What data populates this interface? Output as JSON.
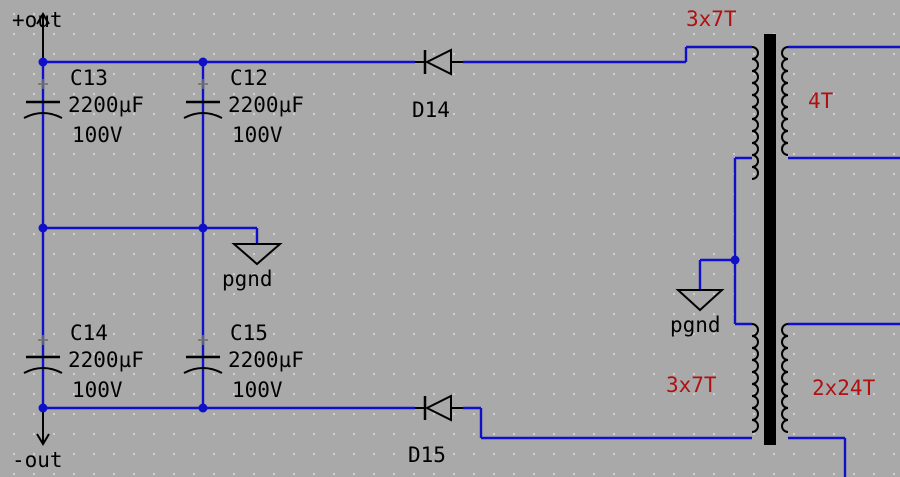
{
  "rails": {
    "pos": "+out",
    "neg": "-out"
  },
  "capacitors": [
    {
      "ref": "C13",
      "value": "2200µF",
      "voltage": "100V"
    },
    {
      "ref": "C12",
      "value": "2200µF",
      "voltage": "100V"
    },
    {
      "ref": "C14",
      "value": "2200µF",
      "voltage": "100V"
    },
    {
      "ref": "C15",
      "value": "2200µF",
      "voltage": "100V"
    }
  ],
  "diodes": [
    {
      "ref": "D14"
    },
    {
      "ref": "D15"
    }
  ],
  "grounds": [
    {
      "label": "pgnd"
    },
    {
      "label": "pgnd"
    }
  ],
  "transformer": {
    "primary_top": "3x7T",
    "secondary_top": "4T",
    "primary_bottom": "3x7T",
    "secondary_bottom": "2x24T"
  },
  "colors": {
    "wire": "#1010c8",
    "background": "#a9a9a9",
    "winding_label": "#b01010"
  }
}
